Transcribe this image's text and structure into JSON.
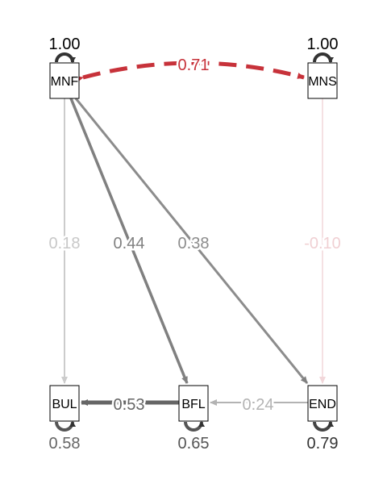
{
  "colors": {
    "negative": "#c7323a",
    "negative_faint": "#f2d7da",
    "gray_faint": "#cccccc",
    "gray_mid": "#808080",
    "gray_dark": "#666666",
    "gray_light": "#b3b3b3",
    "black": "#333333"
  },
  "nodes": {
    "mnf": {
      "label": "MNF"
    },
    "mns": {
      "label": "MNS"
    },
    "bul": {
      "label": "BUL"
    },
    "bfl": {
      "label": "BFL"
    },
    "end": {
      "label": "END"
    }
  },
  "variances": {
    "mnf": "1.00",
    "mns": "1.00",
    "bul": "0.58",
    "bfl": "0.65",
    "end": "0.79"
  },
  "edges": {
    "mnf_mns": {
      "label": "0.71",
      "type": "covariance"
    },
    "mnf_bul": {
      "label": "0.18"
    },
    "mnf_bfl": {
      "label": "0.44"
    },
    "mnf_end": {
      "label": "0.38"
    },
    "mns_end": {
      "label": "-0.10"
    },
    "bfl_bul": {
      "label": "0.53"
    },
    "end_bfl": {
      "label": "0.24"
    }
  }
}
